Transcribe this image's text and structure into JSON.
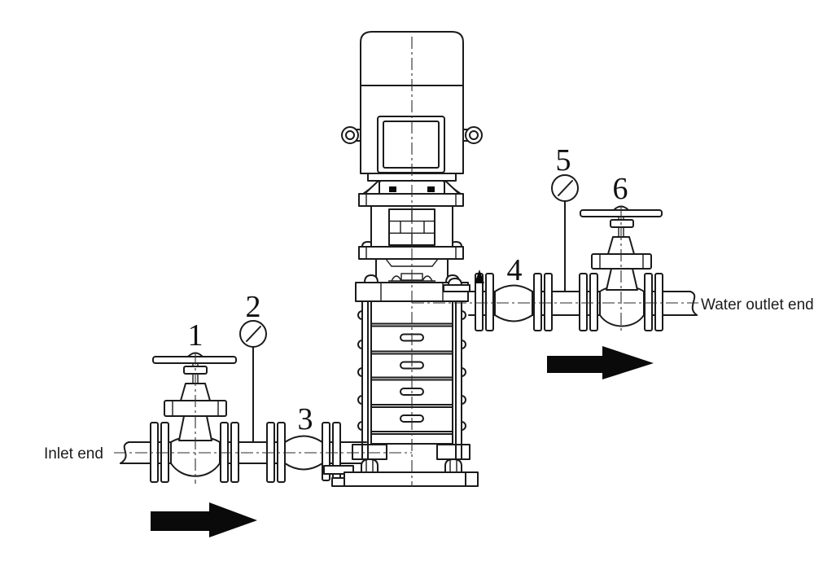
{
  "diagram": {
    "callouts": {
      "c1": "1",
      "c2": "2",
      "c3": "3",
      "c4": "4",
      "c5": "5",
      "c6": "6"
    },
    "annotations": {
      "inlet_end": "Inlet end",
      "water_outlet_end": "Water outlet end"
    },
    "colors": {
      "background": "#ffffff",
      "line": "#1b1b1b",
      "arrow": "#0a0a0a"
    }
  }
}
